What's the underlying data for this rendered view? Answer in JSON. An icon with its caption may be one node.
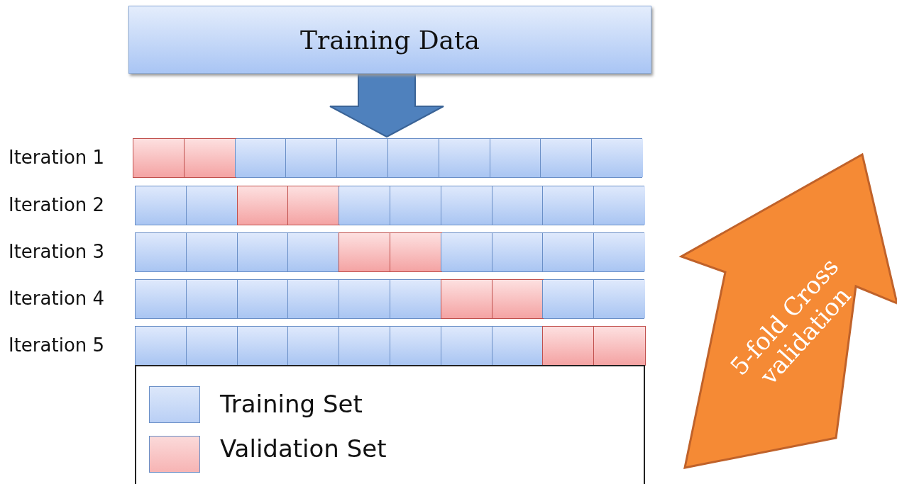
{
  "diagram": {
    "nodes": [
      {
        "text": [
          "Training Data"
        ]
      },
      {
        "text": [],
        "shape": "bar",
        "beside": [
          "Iteration 1"
        ]
      },
      {
        "text": [],
        "shape": "box",
        "in": 1
      },
      {
        "text": [],
        "shape": "box",
        "in": 1
      },
      {
        "text": [],
        "shape": "box",
        "in": 1
      },
      {
        "text": [],
        "shape": "box",
        "in": 1
      },
      {
        "text": [],
        "shape": "box",
        "in": 1
      },
      {
        "text": [],
        "shape": "box",
        "in": 1
      },
      {
        "text": [],
        "shape": "box",
        "in": 1
      },
      {
        "text": [],
        "shape": "box",
        "in": 1
      },
      {
        "text": [],
        "shape": "box",
        "in": 1
      },
      {
        "text": [],
        "shape": "box",
        "in": 1
      },
      {
        "text": [],
        "shape": "bar",
        "beside": [
          "Iteration 2"
        ]
      },
      {
        "text": [],
        "shape": "box",
        "in": 12
      },
      {
        "text": [],
        "shape": "box",
        "in": 12
      },
      {
        "text": [],
        "shape": "box",
        "in": 12
      },
      {
        "text": [],
        "shape": "box",
        "in": 12
      },
      {
        "text": [],
        "shape": "box",
        "in": 12
      },
      {
        "text": [],
        "shape": "box",
        "in": 12
      },
      {
        "text": [],
        "shape": "box",
        "in": 12
      },
      {
        "text": [],
        "shape": "box",
        "in": 12
      },
      {
        "text": [],
        "shape": "box",
        "in": 12
      },
      {
        "text": [],
        "shape": "box",
        "in": 12
      },
      {
        "text": [],
        "shape": "bar",
        "beside": [
          "Iteration 3"
        ]
      },
      {
        "text": [],
        "shape": "box",
        "in": 23
      },
      {
        "text": [],
        "shape": "box",
        "in": 23
      },
      {
        "text": [],
        "shape": "box",
        "in": 23
      },
      {
        "text": [],
        "shape": "box",
        "in": 23
      },
      {
        "text": [],
        "shape": "box",
        "in": 23
      },
      {
        "text": [],
        "shape": "box",
        "in": 23
      },
      {
        "text": [],
        "shape": "box",
        "in": 23
      },
      {
        "text": [],
        "shape": "box",
        "in": 23
      },
      {
        "text": [],
        "shape": "box",
        "in": 23
      },
      {
        "text": [],
        "shape": "box",
        "in": 23
      },
      {
        "text": [],
        "shape": "bar",
        "beside": [
          "Iteration 4"
        ]
      },
      {
        "text": [],
        "shape": "box",
        "in": 34
      },
      {
        "text": [],
        "shape": "box",
        "in": 34
      },
      {
        "text": [],
        "shape": "box",
        "in": 34
      },
      {
        "text": [],
        "shape": "box",
        "in": 34
      },
      {
        "text": [],
        "shape": "box",
        "in": 34
      },
      {
        "text": [],
        "shape": "box",
        "in": 34
      },
      {
        "text": [],
        "shape": "box",
        "in": 34
      },
      {
        "text": [],
        "shape": "box",
        "in": 34
      },
      {
        "text": [],
        "shape": "box",
        "in": 34
      },
      {
        "text": [],
        "shape": "box",
        "in": 34
      },
      {
        "text": [],
        "shape": "bar",
        "beside": [
          "Iteration 5"
        ]
      },
      {
        "text": [],
        "shape": "box",
        "in": 45
      },
      {
        "text": [],
        "shape": "box",
        "in": 45
      },
      {
        "text": [],
        "shape": "box",
        "in": 45
      },
      {
        "text": [],
        "shape": "box",
        "in": 45
      },
      {
        "text": [],
        "shape": "box",
        "in": 45
      },
      {
        "text": [],
        "shape": "box",
        "in": 45
      },
      {
        "text": [],
        "shape": "box",
        "in": 45
      },
      {
        "text": [],
        "shape": "box",
        "in": 45
      },
      {
        "text": [],
        "shape": "box",
        "in": 45
      },
      {
        "text": [],
        "shape": "box",
        "in": 45
      },
      {
        "text": [
          "5-fold Cross validation"
        ]
      }
    ],
    "edges": [
      {
        "from": 0,
        "to": 1,
        "arrow": "to",
        "style": "thick"
      }
    ],
    "legend": [
      {
        "text": "Training Set",
        "color": "#b9cff5"
      },
      {
        "text": "Validation Set",
        "color": "#f7b4b4"
      }
    ]
  }
}
